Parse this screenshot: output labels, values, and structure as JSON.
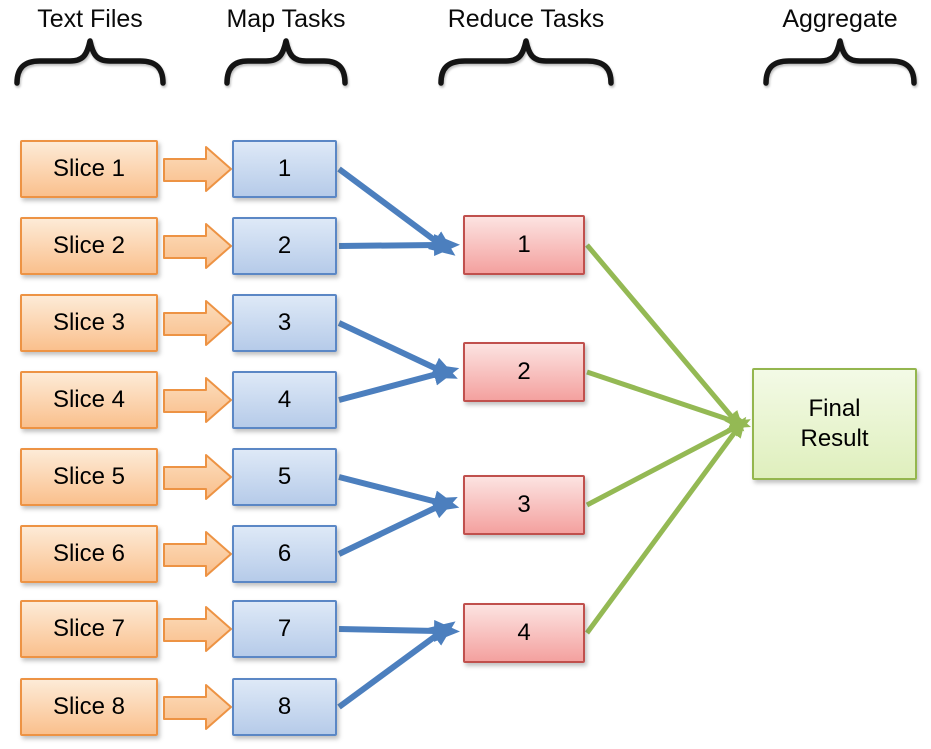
{
  "headers": {
    "text_files": "Text Files",
    "map_tasks": "Map Tasks",
    "reduce_tasks": "Reduce Tasks",
    "aggregate": "Aggregate"
  },
  "slices": [
    {
      "label": "Slice 1"
    },
    {
      "label": "Slice 2"
    },
    {
      "label": "Slice 3"
    },
    {
      "label": "Slice 4"
    },
    {
      "label": "Slice 5"
    },
    {
      "label": "Slice 6"
    },
    {
      "label": "Slice 7"
    },
    {
      "label": "Slice 8"
    }
  ],
  "map_tasks": [
    {
      "label": "1"
    },
    {
      "label": "2"
    },
    {
      "label": "3"
    },
    {
      "label": "4"
    },
    {
      "label": "5"
    },
    {
      "label": "6"
    },
    {
      "label": "7"
    },
    {
      "label": "8"
    }
  ],
  "reduce_tasks": [
    {
      "label": "1"
    },
    {
      "label": "2"
    },
    {
      "label": "3"
    },
    {
      "label": "4"
    }
  ],
  "final_result": {
    "label": "Final Result"
  },
  "connections": {
    "slice_to_map": [
      [
        "Slice 1",
        "1"
      ],
      [
        "Slice 2",
        "2"
      ],
      [
        "Slice 3",
        "3"
      ],
      [
        "Slice 4",
        "4"
      ],
      [
        "Slice 5",
        "5"
      ],
      [
        "Slice 6",
        "6"
      ],
      [
        "Slice 7",
        "7"
      ],
      [
        "Slice 8",
        "8"
      ]
    ],
    "map_to_reduce": [
      [
        "1",
        "1"
      ],
      [
        "2",
        "1"
      ],
      [
        "3",
        "2"
      ],
      [
        "4",
        "2"
      ],
      [
        "5",
        "3"
      ],
      [
        "6",
        "3"
      ],
      [
        "7",
        "4"
      ],
      [
        "8",
        "4"
      ]
    ],
    "reduce_to_final": [
      [
        "1",
        "Final Result"
      ],
      [
        "2",
        "Final Result"
      ],
      [
        "3",
        "Final Result"
      ],
      [
        "4",
        "Final Result"
      ]
    ]
  },
  "colors": {
    "slice_fill_top": "#FDEBD7",
    "slice_fill_bottom": "#FAC08D",
    "slice_border": "#ED9344",
    "map_fill_top": "#DEE9F7",
    "map_fill_bottom": "#B6CBE9",
    "map_border": "#5B87C5",
    "reduce_fill_top": "#FCE3E1",
    "reduce_fill_bottom": "#F4A19F",
    "reduce_border": "#C0504D",
    "final_fill_top": "#F3FAE6",
    "final_fill_bottom": "#DFEFBD",
    "final_border": "#94B64E",
    "map_arrow": "#4C7FBE",
    "reduce_arrow": "#94B954",
    "brace": "#141414"
  }
}
